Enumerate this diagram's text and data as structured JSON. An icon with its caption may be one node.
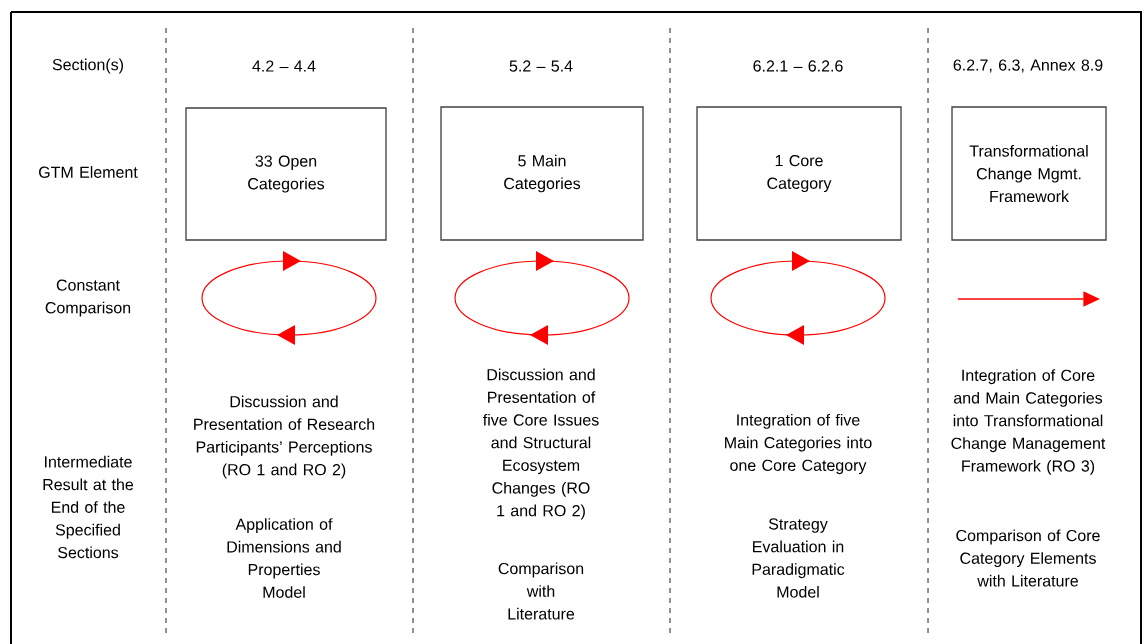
{
  "diagram": {
    "nodes": [
      {
        "text": [
          "33 Open Categories"
        ]
      },
      {
        "text": [
          "5 Main Categories"
        ]
      },
      {
        "text": [
          "1 Core Category"
        ]
      },
      {
        "text": [
          "Transformational Change Mgmt. Framework"
        ]
      }
    ],
    "labels": [
      "Section(s)",
      "4.2 – 4.4",
      "5.2 – 5.4",
      "6.2.1 – 6.2.6",
      "6.2.7, 6.3, Annex 8.9",
      "GTM Element",
      "Constant Comparison",
      "Intermediate Result at the End of the Specified Sections",
      "Discussion and Presentation of Research Participants’ Perceptions (RO 1 and RO 2)",
      "Application of Dimensions and Properties Model",
      "Discussion and Presentation of five Core Issues and Structural Ecosystem Changes (RO 1 and RO 2)",
      "Comparison with Literature",
      "Integration of five Main Categories into one Core Category",
      "Strategy Evaluation in Paradigmatic Model",
      "Integration of Core and Main Categories into Transformational Change Management Framework (RO 3)",
      "Comparison of Core Category Elements with Literature"
    ]
  }
}
